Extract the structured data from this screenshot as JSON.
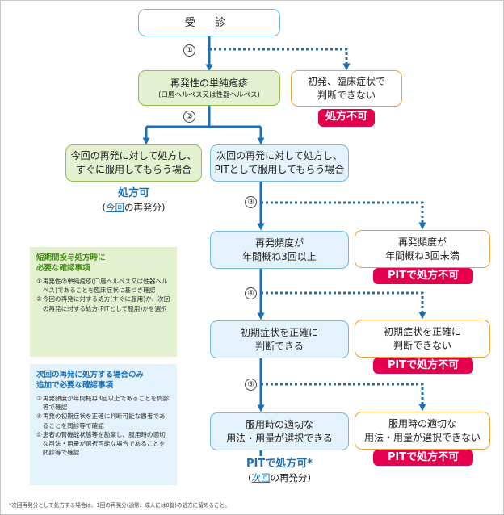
{
  "colors": {
    "arrow": "#1a6fb5",
    "box_blue_fill": "#e3f2fb",
    "box_blue_border": "#6fb9e3",
    "box_green_fill": "#e4f1d1",
    "box_green_border": "#8fc048",
    "box_orange_border": "#f0a032",
    "badge": "#e5004f",
    "result_text": "#1a6fb5"
  },
  "start": {
    "label": "受 診"
  },
  "step_numbers": [
    "①",
    "②",
    "③",
    "④",
    "⑤"
  ],
  "herpes": {
    "title": "再発性の単純疱疹",
    "subtitle": "(口唇ヘルペス又は性器ヘルペス)"
  },
  "first_onset": {
    "line1": "初発、臨床症状で",
    "line2": "判断できない",
    "badge": "処方不可"
  },
  "current_episode": {
    "line1": "今回の再発に対して処方し、",
    "line2": "すぐに服用してもらう場合",
    "result_main": "処方可",
    "result_open": "(",
    "result_highlight": "今回",
    "result_rest": "の再発分)"
  },
  "next_episode": {
    "line1": "次回の再発に対して処方し、",
    "line2": "PITとして服用してもらう場合"
  },
  "freq_yes": {
    "line1": "再発頻度が",
    "line2": "年間概ね3回以上"
  },
  "freq_no": {
    "line1": "再発頻度が",
    "line2": "年間概ね3回未満",
    "badge": "PITで処方不可"
  },
  "symptom_yes": {
    "line1": "初期症状を正確に",
    "line2": "判断できる"
  },
  "symptom_no": {
    "line1": "初期症状を正確に",
    "line2": "判断できない",
    "badge": "PITで処方不可"
  },
  "usage_yes": {
    "line1": "服用時の適切な",
    "line2": "用法・用量が選択できる"
  },
  "usage_no": {
    "line1": "服用時の適切な",
    "line2": "用法・用量が選択できない",
    "badge": "PITで処方不可"
  },
  "pit_result": {
    "main": "PITで処方可*",
    "open": "(",
    "highlight": "次回",
    "rest": "の再発分)"
  },
  "short_term_panel": {
    "title_line1": "短期間投与処方時に",
    "title_line2": "必要な確認事項",
    "items": [
      {
        "num": "①",
        "text": "再発性の単純疱疹(口唇ヘルペス又は性器ヘルペス)であることを臨床症状に基づき確認"
      },
      {
        "num": "②",
        "text": "今回の再発に対する処方(すぐに服用)か、次回の再発に対する処方(PITとして服用)かを選択"
      }
    ]
  },
  "next_panel": {
    "title_line1": "次回の再発に処方する場合のみ",
    "title_line2": "追加で必要な確認事項",
    "items": [
      {
        "num": "③",
        "text": "再発頻度が年間概ね3回以上であることを問診等で確認"
      },
      {
        "num": "④",
        "text": "再発の初期症状を正確に判断可能な患者であることを問診等で確認"
      },
      {
        "num": "⑤",
        "text": "患者の腎機能状態等を勘案し、服用時の適切な用法・用量が選択可能な場合であることを問診等で確認"
      }
    ]
  },
  "footnote": "*次回再発分として処方する場合は、1回の再発分(通常、成人には8錠)の処方に留めること。"
}
